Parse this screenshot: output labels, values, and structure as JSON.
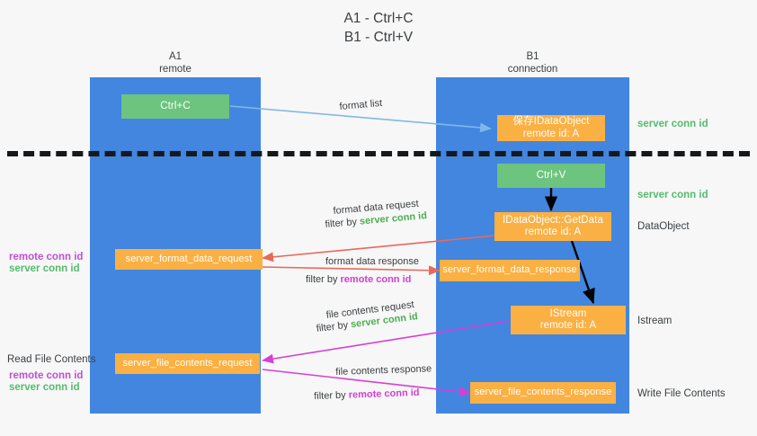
{
  "title": "A1 - Ctrl+C\nB1 - Ctrl+V",
  "columns": {
    "left": {
      "name": "A1",
      "role": "remote",
      "header": "A1\nremote"
    },
    "right": {
      "name": "B1",
      "role": "connection",
      "header": "B1\nconnection"
    }
  },
  "colors": {
    "column": "#4286e0",
    "green_box": "#6cc47e",
    "orange_box": "#fbb043",
    "server_conn_id": "#4caf50",
    "remote_conn_id": "#d13fd1",
    "arrow_blue": "#7fb8e8",
    "arrow_red": "#e8685a",
    "arrow_magenta": "#d63fd6",
    "arrow_black": "#000000",
    "divider": "#16191c",
    "background": "#f7f7f7"
  },
  "boxes": {
    "ctrl_c": "Ctrl+C",
    "ctrl_v": "Ctrl+V",
    "save_idataobject": "保存IDataObject\nremote id: A",
    "getdata": "IDataObject::GetData\nremote id: A",
    "istream": "IStream\nremote id: A",
    "server_format_data_request": "server_format_data_request",
    "server_format_data_response": "server_format_data_response",
    "server_file_contents_request": "server_file_contents_request",
    "server_file_contents_response": "server_file_contents_response"
  },
  "right_notes": {
    "server_conn_id_1": "server conn id",
    "server_conn_id_2": "server conn id",
    "dataobject": "DataObject",
    "istream": "Istream",
    "write_file_contents": "Write File Contents"
  },
  "left_notes": {
    "remote_conn_id_1": "remote conn id",
    "server_conn_id_1": "server conn id",
    "read_file_contents": "Read File Contents",
    "remote_conn_id_2": "remote conn id",
    "server_conn_id_2": "server conn id"
  },
  "edges": {
    "format_list": "format list",
    "format_data_request": "format data request",
    "format_data_request_filter_prefix": "filter by ",
    "format_data_request_filter_value": "server conn id",
    "format_data_response": "format data response",
    "format_data_response_filter_prefix": "filter by ",
    "format_data_response_filter_value": "remote conn id",
    "file_contents_request": "file contents request",
    "file_contents_request_filter_prefix": "filter by ",
    "file_contents_request_filter_value": "server conn id",
    "file_contents_response": "file contents response",
    "file_contents_response_filter_prefix": "filter by ",
    "file_contents_response_filter_value": "remote conn id"
  }
}
